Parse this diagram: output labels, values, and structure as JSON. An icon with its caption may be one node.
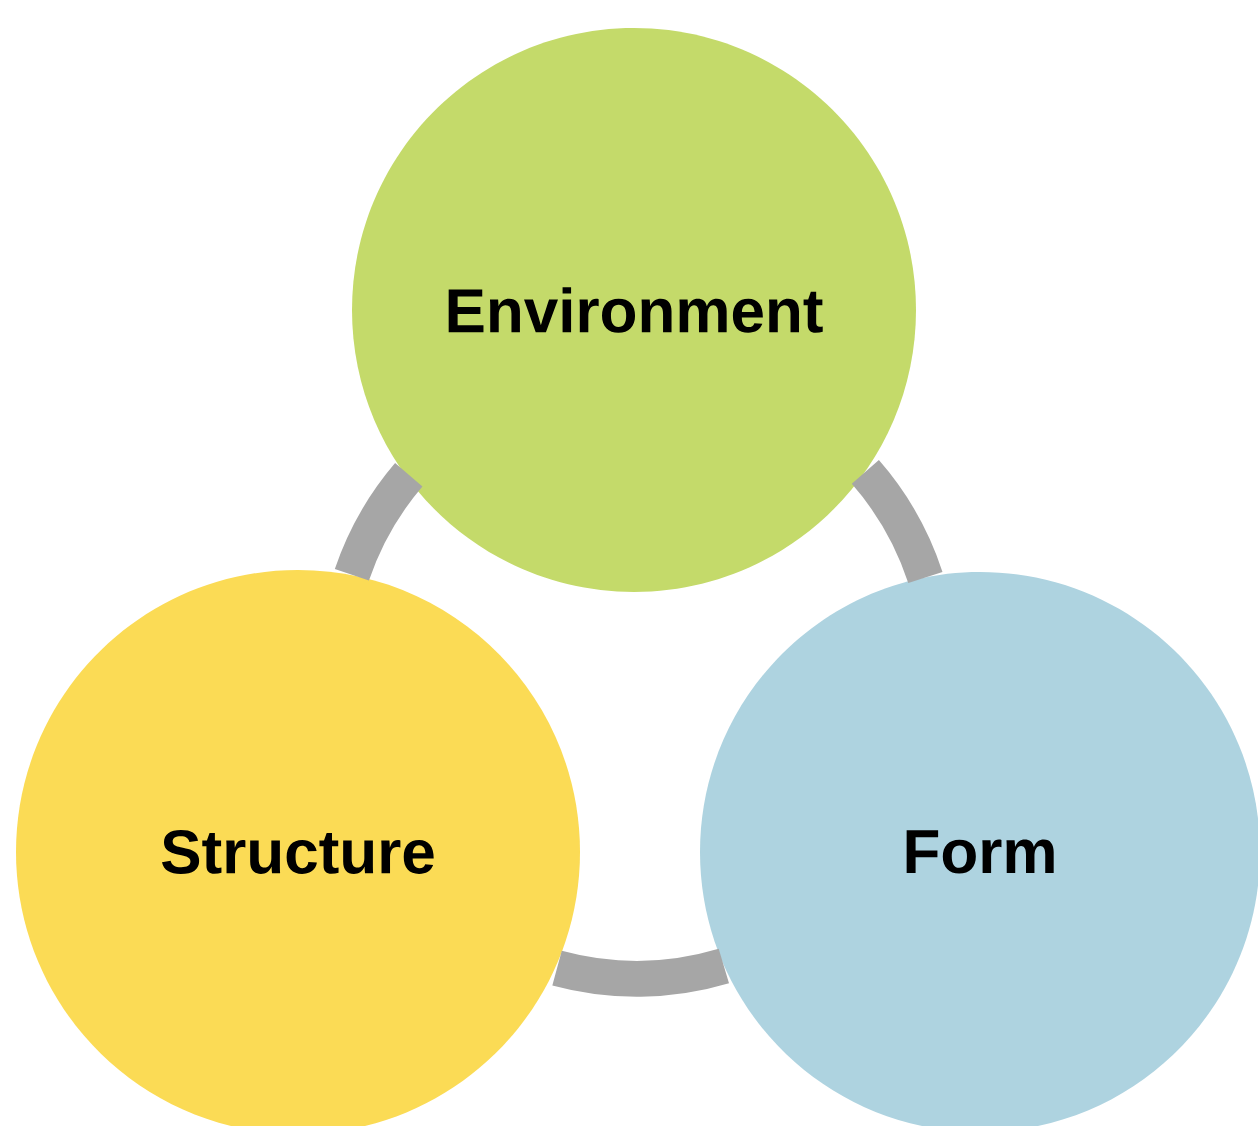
{
  "diagram": {
    "nodes": [
      {
        "text": [
          "Environment"
        ]
      },
      {
        "text": [
          "Structure"
        ]
      },
      {
        "text": [
          "Form"
        ]
      }
    ],
    "edges": [
      {
        "from": 0,
        "to": 2,
        "arrow": "none"
      },
      {
        "from": 2,
        "to": 1,
        "arrow": "none"
      },
      {
        "from": 1,
        "to": 0,
        "arrow": "none"
      }
    ]
  }
}
